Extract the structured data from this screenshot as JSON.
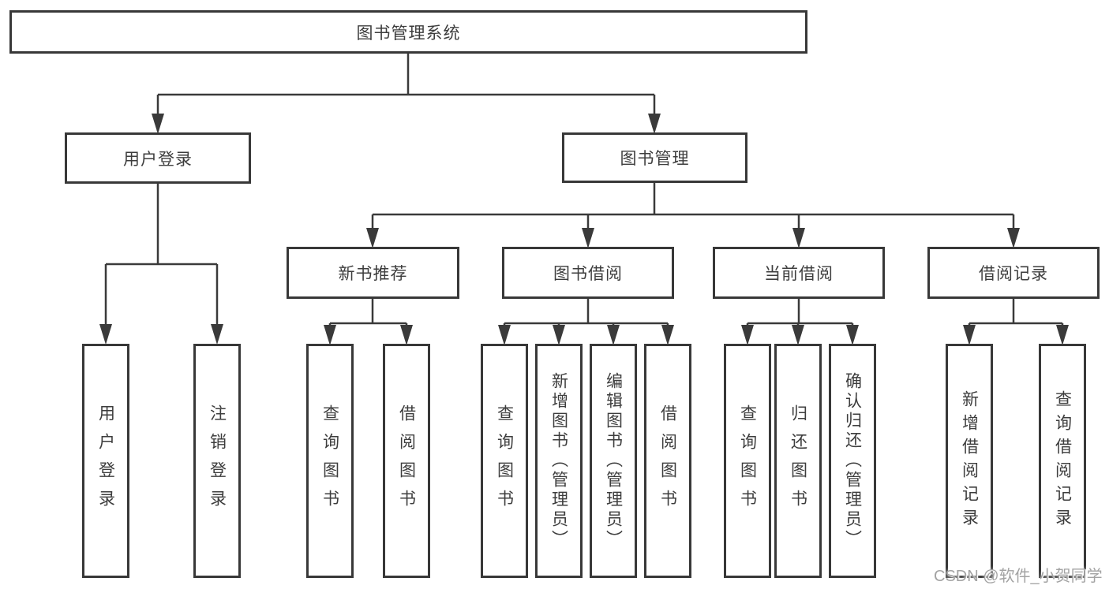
{
  "diagram": {
    "title": "图书管理系统",
    "root": {
      "label": "图书管理系统"
    },
    "level2": [
      {
        "id": "user-login",
        "label": "用户登录"
      },
      {
        "id": "book-management",
        "label": "图书管理"
      }
    ],
    "level3": [
      {
        "id": "new-book-recommend",
        "label": "新书推荐",
        "parent": "图书管理"
      },
      {
        "id": "book-borrow",
        "label": "图书借阅",
        "parent": "图书管理"
      },
      {
        "id": "current-borrow",
        "label": "当前借阅",
        "parent": "图书管理"
      },
      {
        "id": "borrow-records",
        "label": "借阅记录",
        "parent": "图书管理"
      }
    ],
    "leaves": [
      {
        "label": "用户登录",
        "parent": "用户登录"
      },
      {
        "label": "注销登录",
        "parent": "用户登录"
      },
      {
        "label": "查询图书",
        "parent": "新书推荐"
      },
      {
        "label": "借阅图书",
        "parent": "新书推荐"
      },
      {
        "label": "查询图书",
        "parent": "图书借阅"
      },
      {
        "label": "新增图书（管理员）",
        "parent": "图书借阅"
      },
      {
        "label": "编辑图书（管理员）",
        "parent": "图书借阅"
      },
      {
        "label": "借阅图书",
        "parent": "图书借阅"
      },
      {
        "label": "查询图书",
        "parent": "当前借阅"
      },
      {
        "label": "归还图书",
        "parent": "当前借阅"
      },
      {
        "label": "确认归还（管理员）",
        "parent": "当前借阅"
      },
      {
        "label": "新增借阅记录",
        "parent": "借阅记录"
      },
      {
        "label": "查询借阅记录",
        "parent": "借阅记录"
      }
    ]
  },
  "colors": {
    "line": "#3a3a3a",
    "border": "#383838",
    "text": "#3d3d3d",
    "watermark": "#a3a3a3",
    "background": "#ffffff"
  },
  "watermark": {
    "text": "CSDN @软件_小贺同学"
  }
}
